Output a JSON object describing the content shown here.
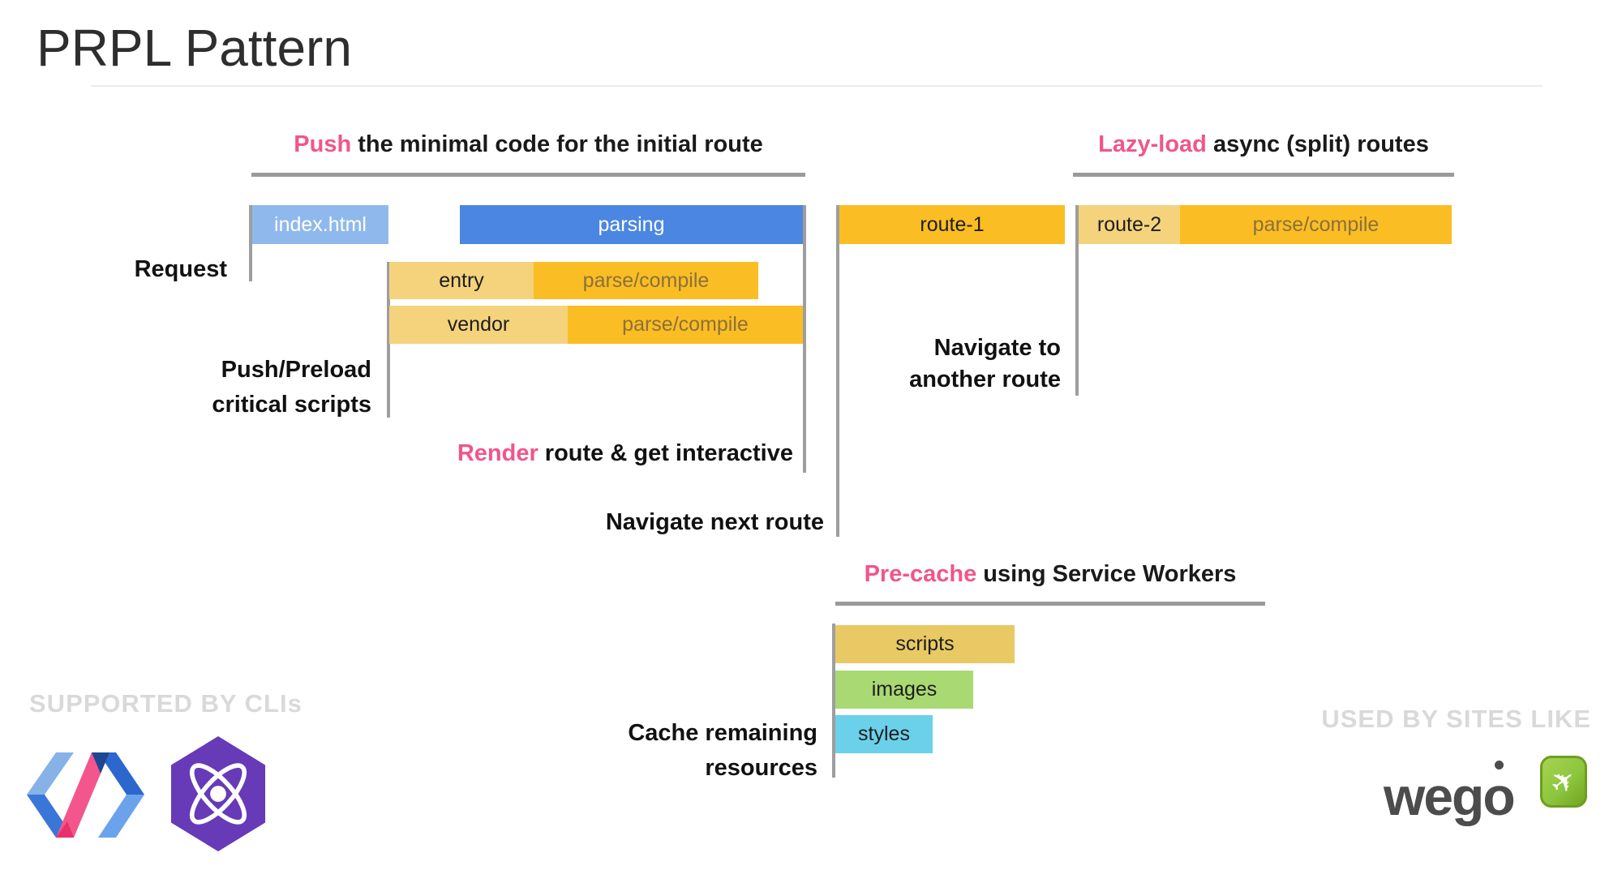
{
  "title": "PRPL Pattern",
  "sections": {
    "push": {
      "highlight": "Push",
      "rest": " the minimal code for the initial route"
    },
    "lazy": {
      "highlight": "Lazy-load",
      "rest": " async (split) routes"
    },
    "precache": {
      "highlight": "Pre-cache",
      "rest": " using Service Workers"
    }
  },
  "labels": {
    "request": "Request",
    "push_preload_line1": "Push/Preload",
    "push_preload_line2": "critical scripts",
    "render_highlight": "Render",
    "render_rest": " route & get interactive",
    "navigate_next": "Navigate next route",
    "navigate_to_line1": "Navigate to",
    "navigate_to_line2": "another route",
    "cache_line1": "Cache remaining",
    "cache_line2": "resources"
  },
  "bars": {
    "index_html": "index.html",
    "parsing": "parsing",
    "entry": "entry",
    "entry_parse": "parse/compile",
    "vendor": "vendor",
    "vendor_parse": "parse/compile",
    "route1": "route-1",
    "route2": "route-2",
    "route2_parse": "parse/compile",
    "scripts": "scripts",
    "images": "images",
    "styles": "styles"
  },
  "footer": {
    "left_heading": "SUPPORTED BY CLIs",
    "right_heading": "USED BY SITES LIKE",
    "wego_text": "wego",
    "logos": [
      "polymer-logo",
      "preact-logo",
      "wego-logo"
    ]
  },
  "colors": {
    "accent_pink": "#f1558c",
    "blue": "#4b87e2",
    "light_blue": "#8fb9ec",
    "amber": "#fbbd24",
    "light_amber": "#f4d37c",
    "amber_text": "#8a713a",
    "gold": "#e9c964",
    "green": "#a8d972",
    "sky_blue": "#6bd0ea",
    "line_gray": "#9e9e9e",
    "muted_gray": "#d9d9d9",
    "preact_purple": "#673ab8",
    "wego_green": "#8dc63f"
  }
}
